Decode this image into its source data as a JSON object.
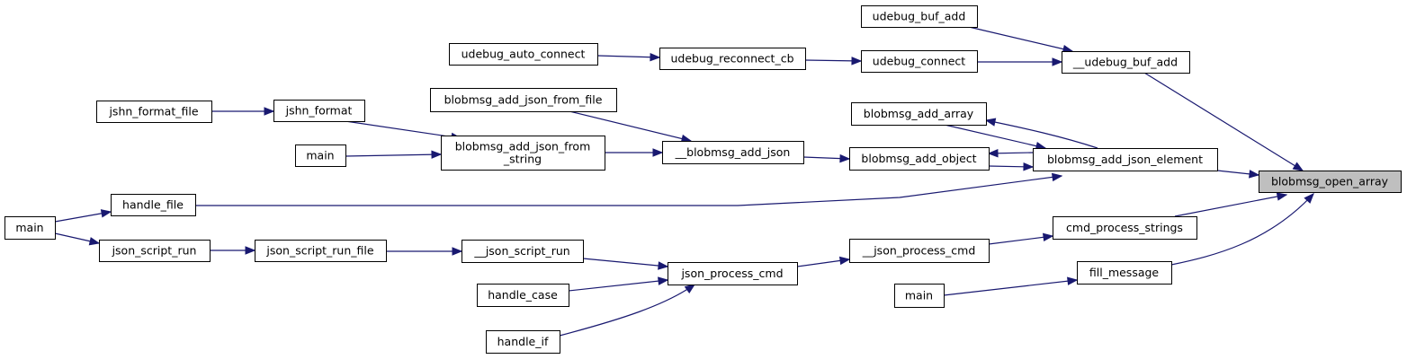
{
  "graph": {
    "root": "blobmsg_open_array",
    "colors": {
      "edge": "#191970",
      "root_fill": "#bfbfbf",
      "node_fill": "#ffffff",
      "border": "#000000"
    },
    "nodes": [
      {
        "id": "open_array",
        "label": "blobmsg_open_array",
        "root": true
      },
      {
        "id": "udebug_buf_add",
        "label": "udebug_buf_add"
      },
      {
        "id": "__udebug_buf_add",
        "label": "__udebug_buf_add"
      },
      {
        "id": "udebug_auto_connect",
        "label": "udebug_auto_connect"
      },
      {
        "id": "udebug_reconnect_cb",
        "label": "udebug_reconnect_cb"
      },
      {
        "id": "udebug_connect",
        "label": "udebug_connect"
      },
      {
        "id": "jshn_format_file",
        "label": "jshn_format_file"
      },
      {
        "id": "jshn_format",
        "label": "jshn_format"
      },
      {
        "id": "add_json_from_file",
        "label": "blobmsg_add_json_from_file"
      },
      {
        "id": "add_json_from_string",
        "label": "blobmsg_add_json_from\n_string"
      },
      {
        "id": "main_a",
        "label": "main"
      },
      {
        "id": "__blobmsg_add_json",
        "label": "__blobmsg_add_json"
      },
      {
        "id": "add_array",
        "label": "blobmsg_add_array"
      },
      {
        "id": "add_object",
        "label": "blobmsg_add_object"
      },
      {
        "id": "add_json_element",
        "label": "blobmsg_add_json_element"
      },
      {
        "id": "main_b",
        "label": "main"
      },
      {
        "id": "handle_file",
        "label": "handle_file"
      },
      {
        "id": "json_script_run",
        "label": "json_script_run"
      },
      {
        "id": "json_script_run_file",
        "label": "json_script_run_file"
      },
      {
        "id": "__json_script_run",
        "label": "__json_script_run"
      },
      {
        "id": "json_process_cmd",
        "label": "json_process_cmd"
      },
      {
        "id": "handle_case",
        "label": "handle_case"
      },
      {
        "id": "handle_if",
        "label": "handle_if"
      },
      {
        "id": "__json_process_cmd",
        "label": "__json_process_cmd"
      },
      {
        "id": "cmd_process_strings",
        "label": "cmd_process_strings"
      },
      {
        "id": "fill_message",
        "label": "fill_message"
      },
      {
        "id": "main_c",
        "label": "main"
      }
    ],
    "edges": [
      {
        "from": "__udebug_buf_add",
        "to": "open_array"
      },
      {
        "from": "add_json_element",
        "to": "open_array"
      },
      {
        "from": "cmd_process_strings",
        "to": "open_array"
      },
      {
        "from": "fill_message",
        "to": "open_array"
      },
      {
        "from": "udebug_buf_add",
        "to": "__udebug_buf_add"
      },
      {
        "from": "udebug_connect",
        "to": "__udebug_buf_add"
      },
      {
        "from": "udebug_reconnect_cb",
        "to": "udebug_connect"
      },
      {
        "from": "udebug_auto_connect",
        "to": "udebug_reconnect_cb"
      },
      {
        "from": "add_array",
        "to": "add_json_element"
      },
      {
        "from": "add_json_element",
        "to": "add_array"
      },
      {
        "from": "add_object",
        "to": "add_json_element"
      },
      {
        "from": "add_json_element",
        "to": "add_object"
      },
      {
        "from": "handle_file",
        "to": "add_json_element"
      },
      {
        "from": "__blobmsg_add_json",
        "to": "add_object"
      },
      {
        "from": "add_json_from_file",
        "to": "__blobmsg_add_json"
      },
      {
        "from": "add_json_from_string",
        "to": "__blobmsg_add_json"
      },
      {
        "from": "jshn_format",
        "to": "add_json_from_string"
      },
      {
        "from": "main_a",
        "to": "add_json_from_string"
      },
      {
        "from": "jshn_format_file",
        "to": "jshn_format"
      },
      {
        "from": "main_b",
        "to": "handle_file"
      },
      {
        "from": "main_b",
        "to": "json_script_run"
      },
      {
        "from": "json_script_run",
        "to": "json_script_run_file"
      },
      {
        "from": "json_script_run_file",
        "to": "__json_script_run"
      },
      {
        "from": "__json_script_run",
        "to": "json_process_cmd"
      },
      {
        "from": "handle_case",
        "to": "json_process_cmd"
      },
      {
        "from": "handle_if",
        "to": "json_process_cmd"
      },
      {
        "from": "json_process_cmd",
        "to": "__json_process_cmd"
      },
      {
        "from": "__json_process_cmd",
        "to": "cmd_process_strings"
      },
      {
        "from": "main_c",
        "to": "fill_message"
      }
    ]
  }
}
